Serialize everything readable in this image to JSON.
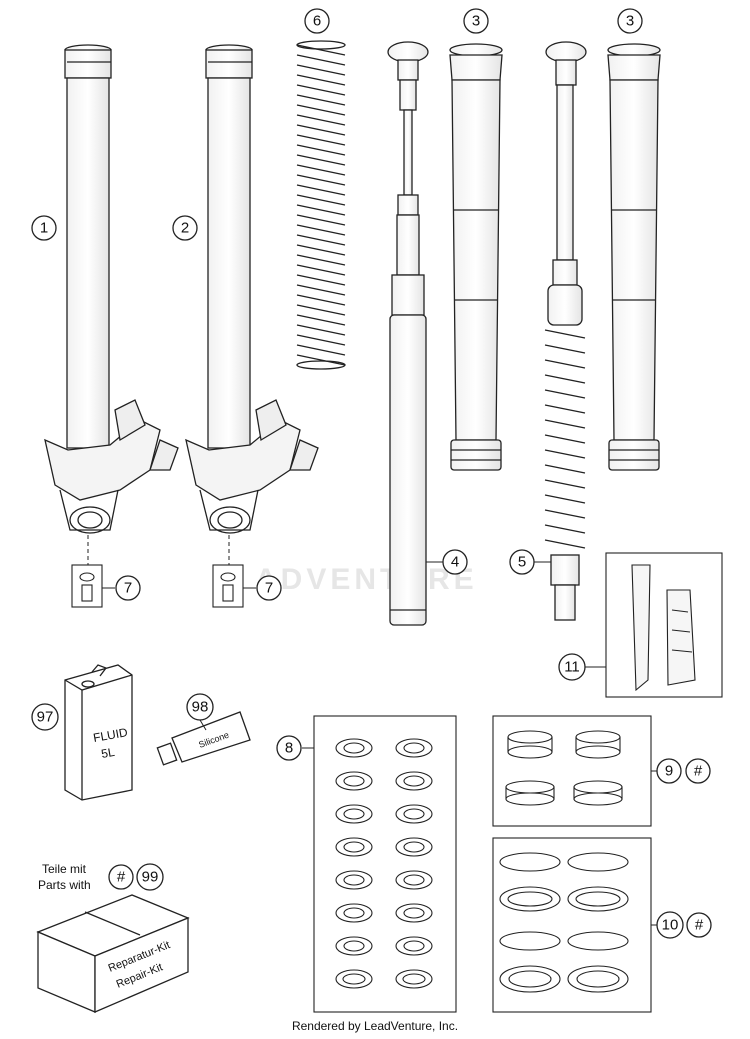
{
  "callouts": {
    "p1": "1",
    "p2": "2",
    "p6": "6",
    "p3a": "3",
    "p3b": "3",
    "p4": "4",
    "p5": "5",
    "p7a": "7",
    "p7b": "7",
    "p11": "11",
    "p97": "97",
    "p98": "98",
    "p8": "8",
    "p9": "9",
    "p9hash": "#",
    "p10": "10",
    "p10hash": "#",
    "p99hash": "#",
    "p99": "99"
  },
  "parts_note": {
    "line1": "Teile mit",
    "line2": "Parts with"
  },
  "fluid_can": {
    "line1": "FLUID",
    "line2": "5L"
  },
  "tube_label": "Silicone",
  "repair_kit": {
    "line1": "Reparatur-Kit",
    "line2": "Repair-Kit"
  },
  "watermark": "ADVENTURE",
  "footer": "Rendered by LeadVenture, Inc."
}
